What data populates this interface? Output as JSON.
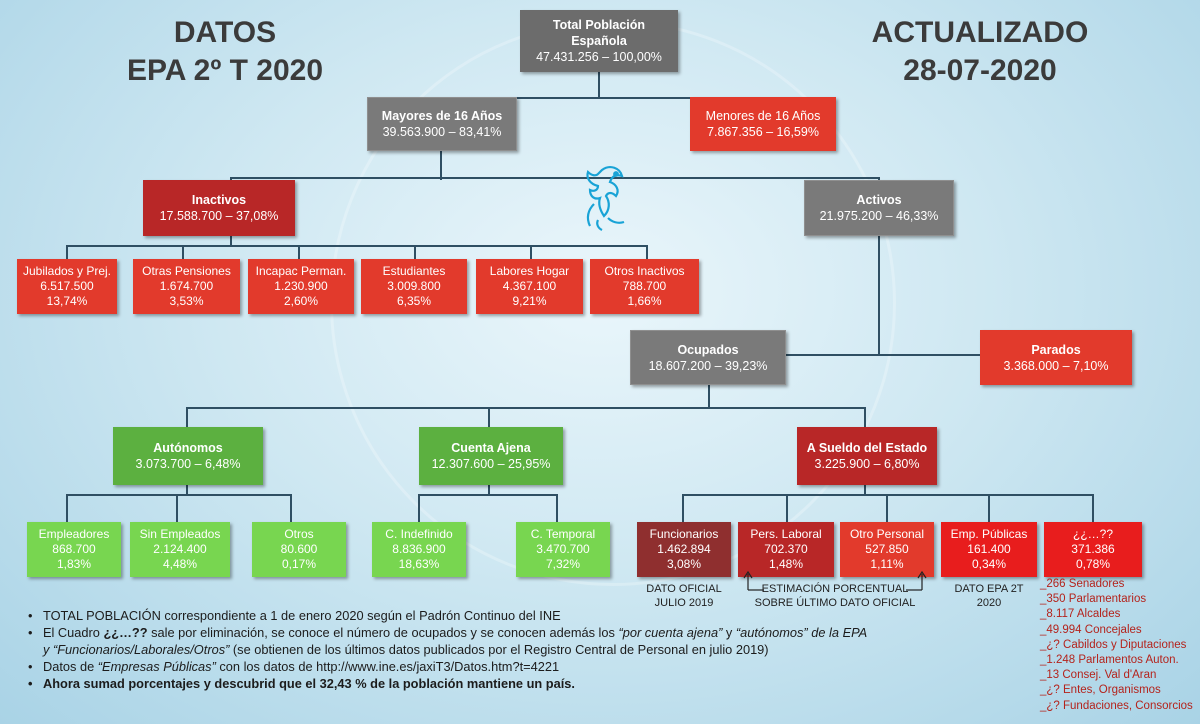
{
  "header_left": {
    "line1": "DATOS",
    "line2": "EPA 2º T 2020"
  },
  "header_right": {
    "line1": "ACTUALIZADO",
    "line2": "28-07-2020"
  },
  "total": {
    "title_line1": "Total Población",
    "title_line2": "Española",
    "value": "47.431.256 – 100,00%"
  },
  "mayores": {
    "title": "Mayores de 16 Años",
    "value": "39.563.900 – 83,41%"
  },
  "menores": {
    "title": "Menores de 16 Años",
    "value": "7.867.356 – 16,59%"
  },
  "inactivos": {
    "title": "Inactivos",
    "value": "17.588.700  –  37,08%"
  },
  "activos": {
    "title": "Activos",
    "value": "21.975.200  – 46,33%"
  },
  "inactivos_children": [
    {
      "title": "Jubilados y Prej.",
      "value": "6.517.500",
      "pct": "13,74%"
    },
    {
      "title": "Otras Pensiones",
      "value": "1.674.700",
      "pct": "3,53%"
    },
    {
      "title": "Incapac Perman.",
      "value": "1.230.900",
      "pct": "2,60%"
    },
    {
      "title": "Estudiantes",
      "value": "3.009.800",
      "pct": "6,35%"
    },
    {
      "title": "Labores Hogar",
      "value": "4.367.100",
      "pct": "9,21%"
    },
    {
      "title": "Otros Inactivos",
      "value": "788.700",
      "pct": "1,66%"
    }
  ],
  "ocupados": {
    "title": "Ocupados",
    "value": "18.607.200  – 39,23%"
  },
  "parados": {
    "title": "Parados",
    "value": "3.368.000  –  7,10%"
  },
  "autonomos": {
    "title": "Autónomos",
    "value": "3.073.700 – 6,48%"
  },
  "cuenta_ajena": {
    "title": "Cuenta Ajena",
    "value": "12.307.600 – 25,95%"
  },
  "estado": {
    "title": "A Sueldo del Estado",
    "value": "3.225.900 – 6,80%"
  },
  "autonomos_children": [
    {
      "title": "Empleadores",
      "value": "868.700",
      "pct": "1,83%"
    },
    {
      "title": "Sin Empleados",
      "value": "2.124.400",
      "pct": "4,48%"
    },
    {
      "title": "Otros",
      "value": "80.600",
      "pct": "0,17%"
    }
  ],
  "ajena_children": [
    {
      "title": "C. Indefinido",
      "value": "8.836.900",
      "pct": "18,63%"
    },
    {
      "title": "C. Temporal",
      "value": "3.470.700",
      "pct": "7,32%"
    }
  ],
  "estado_children": [
    {
      "title": "Funcionarios",
      "value": "1.462.894",
      "pct": "3,08%"
    },
    {
      "title": "Pers. Laboral",
      "value": "702.370",
      "pct": "1,48%"
    },
    {
      "title": "Otro Personal",
      "value": "527.850",
      "pct": "1,11%"
    },
    {
      "title": "Emp. Públicas",
      "value": "161.400",
      "pct": "0,34%"
    },
    {
      "title": "¿¿…??",
      "value": "371.386",
      "pct": "0,78%"
    }
  ],
  "notes": {
    "dato_oficial_l1": "DATO OFICIAL",
    "dato_oficial_l2": "JULIO 2019",
    "estimacion_l1": "ESTIMACIÓN PORCENTUAL",
    "estimacion_l2": "SOBRE ÚLTIMO DATO OFICIAL",
    "dato_epa_l1": "DATO EPA 2T",
    "dato_epa_l2": "2020"
  },
  "bullets": {
    "b1": "TOTAL POBLACIÓN correspondiente a 1 de enero 2020 según el Padrón Continuo del INE",
    "b2_a": "El Cuadro ",
    "b2_b": "¿¿…??",
    "b2_c": " sale por eliminación, se conoce el número de ocupados y se conocen además los ",
    "b2_d": "“por cuenta ajena”",
    "b2_e": " y ",
    "b2_f": "“autónomos”",
    "b2_g": " de la EPA  y ",
    "b2_h": "“Funcionarios/Laborales/Otros”",
    "b2_i": " (se obtienen de los últimos datos publicados por el Registro Central de Personal en julio 2019)",
    "b3_a": "Datos de ",
    "b3_b": "“Empresas Públicas”",
    "b3_c": " con los datos de http://www.ine.es/jaxiT3/Datos.htm?t=4221",
    "b4": "Ahora sumad porcentajes y descubrid que el 32,43 % de la población mantiene un país."
  },
  "right_list": [
    "_266 Senadores",
    "_350 Parlamentarios",
    "_8.117 Alcaldes",
    "_49.994 Concejales",
    "_¿? Cabildos y Diputaciones",
    "_1.248 Parlamentos Auton.",
    "_13 Consej. Val d'Aran",
    "_¿? Entes, Organismos",
    "_¿? Fundaciones, Consorcios"
  ],
  "colors": {
    "gray": "#7a7a7a",
    "red": "#e23a2c",
    "dark_red": "#b82727",
    "green": "#5cb040",
    "light_green": "#78d650",
    "brown": "#8f2f2f"
  }
}
